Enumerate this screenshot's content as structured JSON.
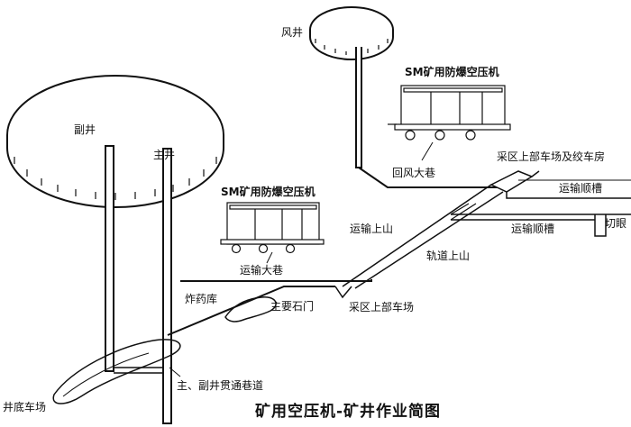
{
  "diagram": {
    "title": "矿用空压机-矿井作业简图",
    "labels": {
      "air_shaft": "风井",
      "aux_shaft": "副井",
      "main_shaft": "主井",
      "compressor_top": "SM矿用防爆空压机",
      "compressor_mid": "SM矿用防爆空压机",
      "return_airway": "回风大巷",
      "haulage_roadway": "运输大巷",
      "upper_yard_winch": "采区上部车场及绞车房",
      "transport_chute_1": "运输顺槽",
      "transport_chute_2": "运输顺槽",
      "cut_eye": "切眼",
      "transport_uphill": "运输上山",
      "rail_uphill": "轨道上山",
      "explosive_store": "炸药库",
      "main_crosscut": "主要石门",
      "upper_yard": "采区上部车场",
      "connecting_roadway": "主、副井贯通巷道",
      "shaft_bottom_yard": "井底车场"
    }
  }
}
